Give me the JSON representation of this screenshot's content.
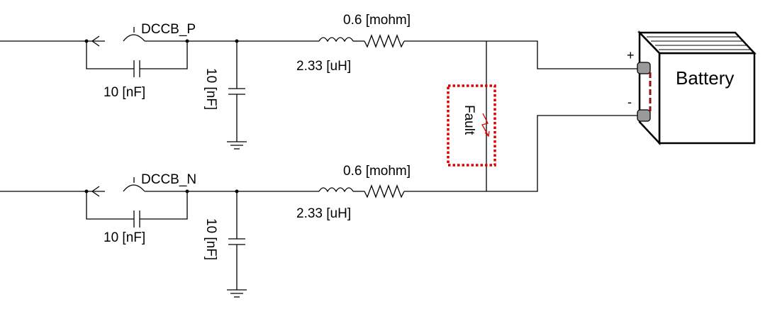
{
  "circuit": {
    "breaker_p": {
      "name": "DCCB_P",
      "snubber_cap": "10 [nF]"
    },
    "breaker_n": {
      "name": "DCCB_N",
      "snubber_cap": "10 [nF]"
    },
    "shunt_cap_p": "10 [nF]",
    "shunt_cap_n": "10 [nF]",
    "line_p": {
      "resistance": "0.6 [mohm]",
      "inductance": "2.33 [uH]"
    },
    "line_n": {
      "resistance": "0.6 [mohm]",
      "inductance": "2.33 [uH]"
    },
    "fault": {
      "label": "Fault",
      "box_color": "#dd0000"
    },
    "battery": {
      "label": "Battery",
      "plus": "+",
      "minus": "-"
    }
  }
}
